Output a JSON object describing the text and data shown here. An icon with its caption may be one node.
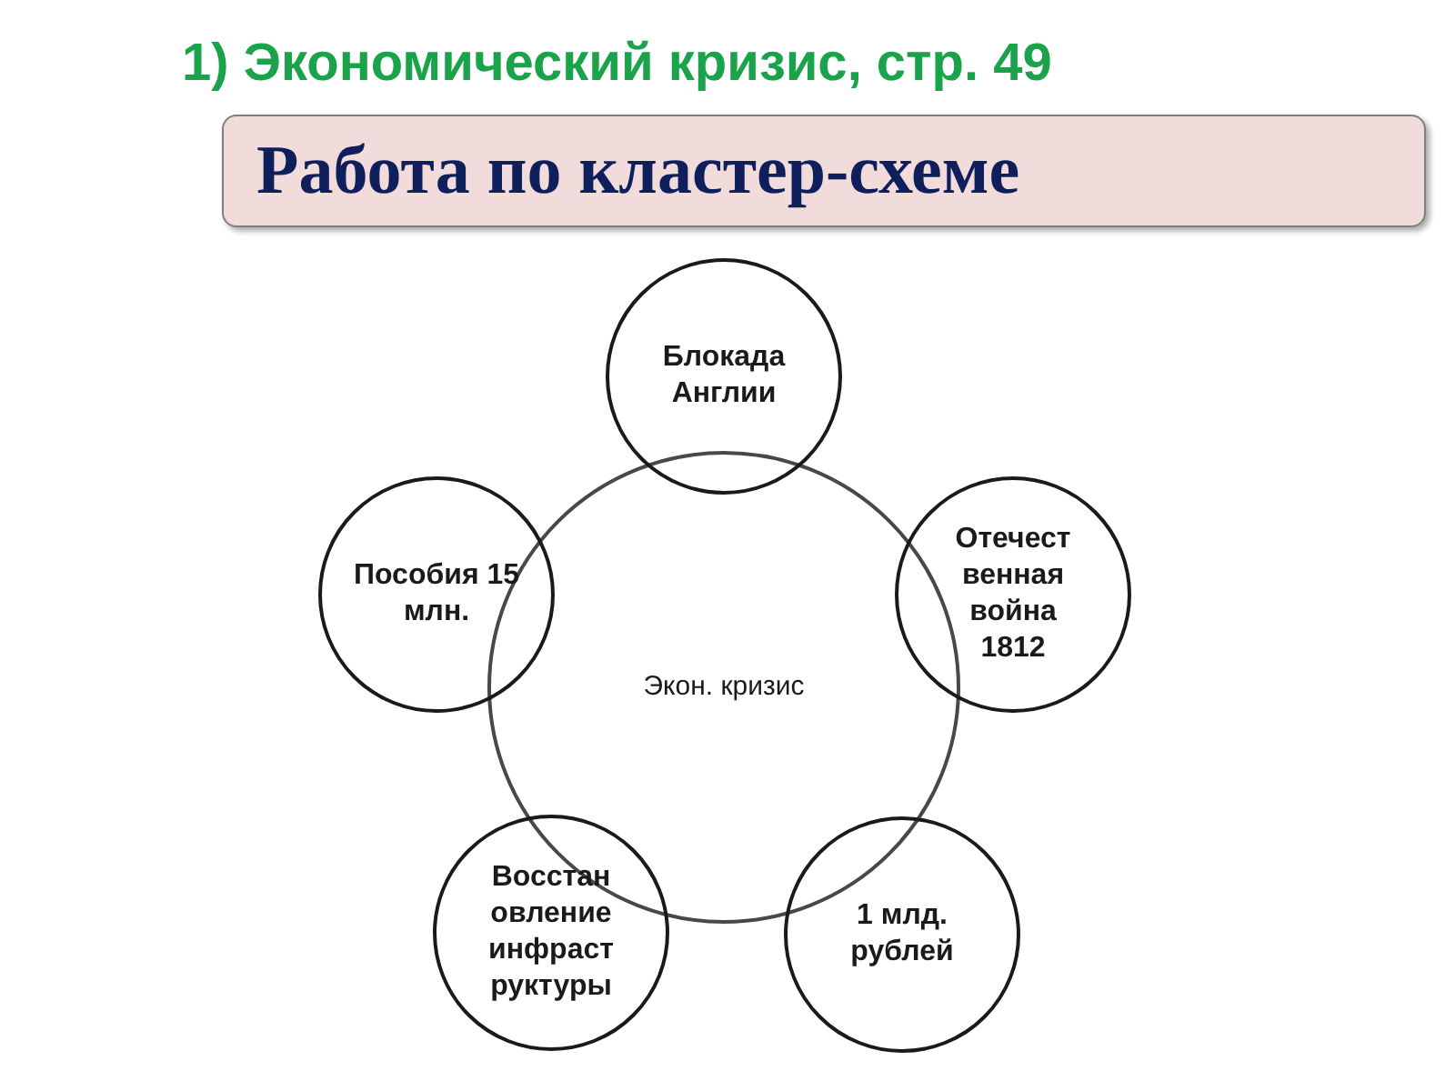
{
  "diagram": {
    "title": "1) Экономический кризис, стр. 49",
    "nodes": [
      {
        "text": [
          "Работа по кластер-схеме"
        ]
      },
      {
        "text": [
          "Блокада Англии"
        ]
      },
      {
        "text": [
          "Пособия 15 млн."
        ]
      },
      {
        "text": [
          "Отечест венная война 1812"
        ]
      },
      {
        "text": [
          "Экон. кризис"
        ]
      },
      {
        "text": [
          "Восстан овление инфраст руктуры"
        ]
      },
      {
        "text": [
          "1 млд. рублей"
        ]
      }
    ]
  }
}
